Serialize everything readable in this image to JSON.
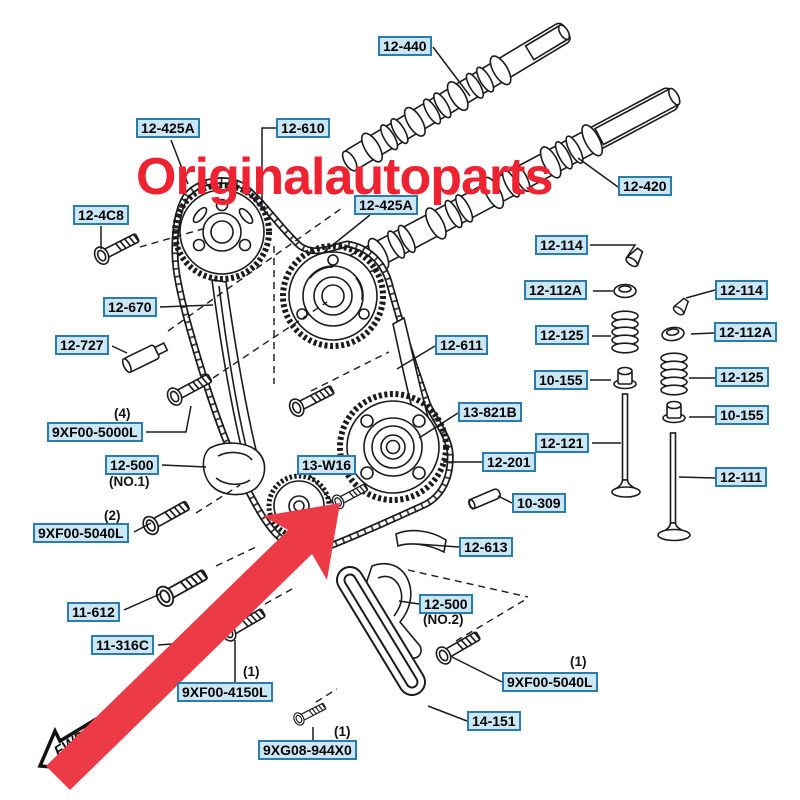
{
  "watermark": {
    "text": "Originalautoparts",
    "color": "#ee2230"
  },
  "direction_arrow": {
    "text": "FWD"
  },
  "highlight_arrow": {
    "points_to": "13-W16",
    "color": "#ec3b47"
  },
  "label_style": {
    "border": "#2b7cab",
    "fill": "#cbe7f5",
    "text": "#000000"
  },
  "labels": [
    {
      "text": "12-440"
    },
    {
      "text": "12-425A"
    },
    {
      "text": "12-610"
    },
    {
      "text": "12-420"
    },
    {
      "text": "12-4C8"
    },
    {
      "text": "12-425A"
    },
    {
      "text": "12-114"
    },
    {
      "text": "12-112A"
    },
    {
      "text": "12-114"
    },
    {
      "text": "12-670"
    },
    {
      "text": "12-112A"
    },
    {
      "text": "12-727"
    },
    {
      "text": "12-125"
    },
    {
      "text": "12-125"
    },
    {
      "text": "10-155"
    },
    {
      "text": "12-611"
    },
    {
      "text": "13-821B"
    },
    {
      "text": "10-155"
    },
    {
      "text": "9XF00-5000L",
      "qty": "(4)"
    },
    {
      "text": "12-121"
    },
    {
      "text": "12-500",
      "sub": "(NO.1)"
    },
    {
      "text": "13-W16"
    },
    {
      "text": "12-201"
    },
    {
      "text": "12-111"
    },
    {
      "text": "9XF00-5040L",
      "qty": "(2)"
    },
    {
      "text": "10-309"
    },
    {
      "text": "12-613"
    },
    {
      "text": "11-612"
    },
    {
      "text": "12-500",
      "sub": "(NO.2)"
    },
    {
      "text": "11-316C"
    },
    {
      "text": "9XF00-4150L",
      "qty": "(1)"
    },
    {
      "text": "9XF00-5040L",
      "qty": "(1)"
    },
    {
      "text": "14-151"
    },
    {
      "text": "9XG08-944X0",
      "qty": "(1)"
    }
  ]
}
